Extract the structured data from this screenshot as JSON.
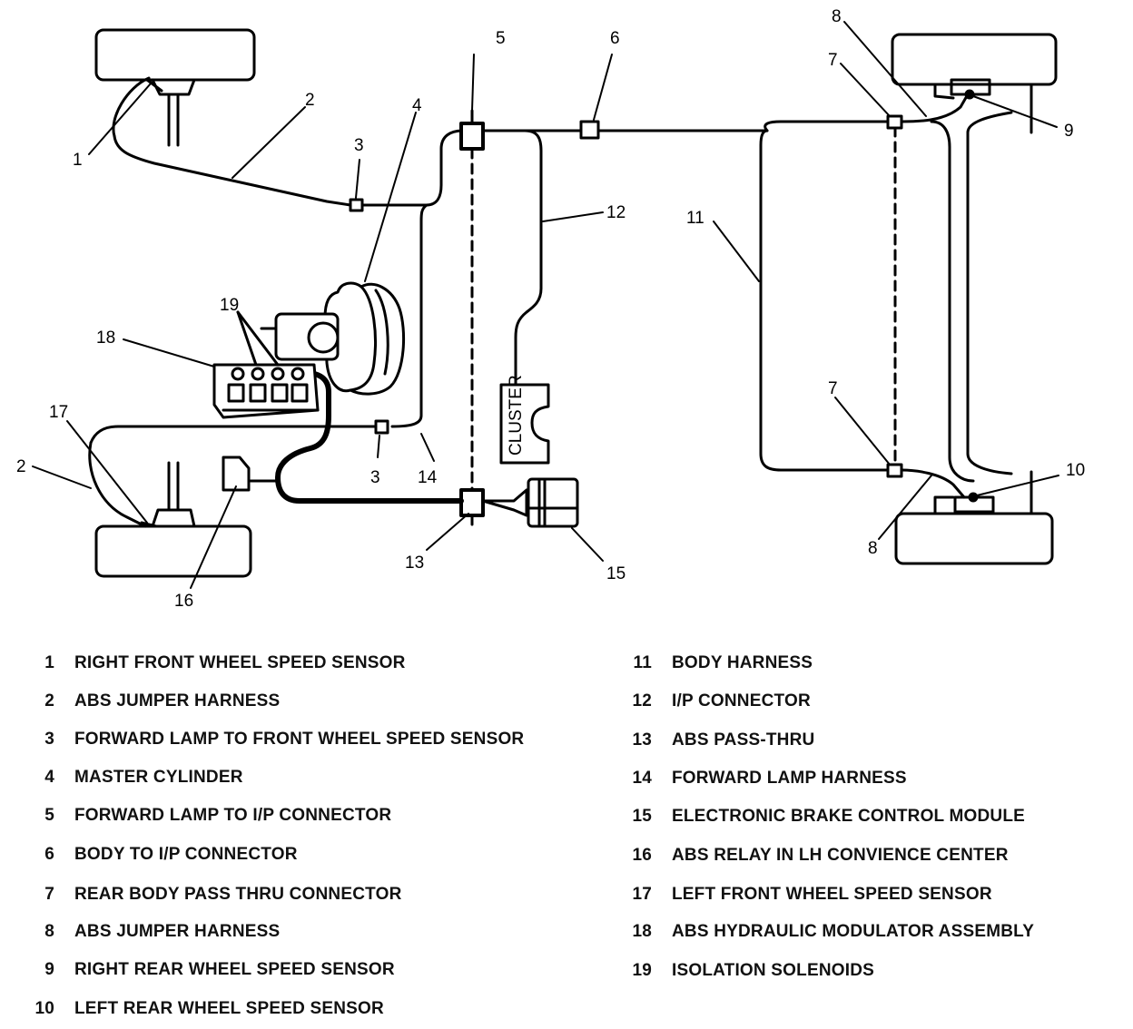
{
  "diagram": {
    "cluster_label": "CLUSTER",
    "callouts": [
      {
        "id": "c1",
        "text": "1"
      },
      {
        "id": "c2a",
        "text": "2"
      },
      {
        "id": "c2b",
        "text": "2"
      },
      {
        "id": "c3a",
        "text": "3"
      },
      {
        "id": "c3b",
        "text": "3"
      },
      {
        "id": "c4",
        "text": "4"
      },
      {
        "id": "c5",
        "text": "5"
      },
      {
        "id": "c6",
        "text": "6"
      },
      {
        "id": "c7a",
        "text": "7"
      },
      {
        "id": "c7b",
        "text": "7"
      },
      {
        "id": "c8a",
        "text": "8"
      },
      {
        "id": "c8b",
        "text": "8"
      },
      {
        "id": "c9",
        "text": "9"
      },
      {
        "id": "c10",
        "text": "10"
      },
      {
        "id": "c11",
        "text": "11"
      },
      {
        "id": "c12",
        "text": "12"
      },
      {
        "id": "c13",
        "text": "13"
      },
      {
        "id": "c14",
        "text": "14"
      },
      {
        "id": "c15",
        "text": "15"
      },
      {
        "id": "c16",
        "text": "16"
      },
      {
        "id": "c17",
        "text": "17"
      },
      {
        "id": "c18",
        "text": "18"
      },
      {
        "id": "c19",
        "text": "19"
      }
    ]
  },
  "legend": [
    {
      "num": "1",
      "label": "RIGHT FRONT WHEEL SPEED SENSOR"
    },
    {
      "num": "2",
      "label": "ABS JUMPER HARNESS"
    },
    {
      "num": "3",
      "label": "FORWARD LAMP TO FRONT WHEEL SPEED SENSOR"
    },
    {
      "num": "4",
      "label": "MASTER CYLINDER"
    },
    {
      "num": "5",
      "label": "FORWARD LAMP TO I/P CONNECTOR"
    },
    {
      "num": "6",
      "label": "BODY TO I/P CONNECTOR"
    },
    {
      "num": "7",
      "label": "REAR BODY PASS THRU CONNECTOR"
    },
    {
      "num": "8",
      "label": "ABS JUMPER HARNESS"
    },
    {
      "num": "9",
      "label": "RIGHT REAR WHEEL SPEED SENSOR"
    },
    {
      "num": "10",
      "label": "LEFT REAR WHEEL SPEED SENSOR"
    },
    {
      "num": "11",
      "label": "BODY HARNESS"
    },
    {
      "num": "12",
      "label": "I/P CONNECTOR"
    },
    {
      "num": "13",
      "label": "ABS PASS-THRU"
    },
    {
      "num": "14",
      "label": "FORWARD LAMP HARNESS"
    },
    {
      "num": "15",
      "label": "ELECTRONIC BRAKE CONTROL MODULE"
    },
    {
      "num": "16",
      "label": "ABS RELAY IN LH CONVIENCE CENTER"
    },
    {
      "num": "17",
      "label": "LEFT FRONT WHEEL SPEED SENSOR"
    },
    {
      "num": "18",
      "label": "ABS HYDRAULIC MODULATOR ASSEMBLY"
    },
    {
      "num": "19",
      "label": "ISOLATION SOLENOIDS"
    }
  ]
}
